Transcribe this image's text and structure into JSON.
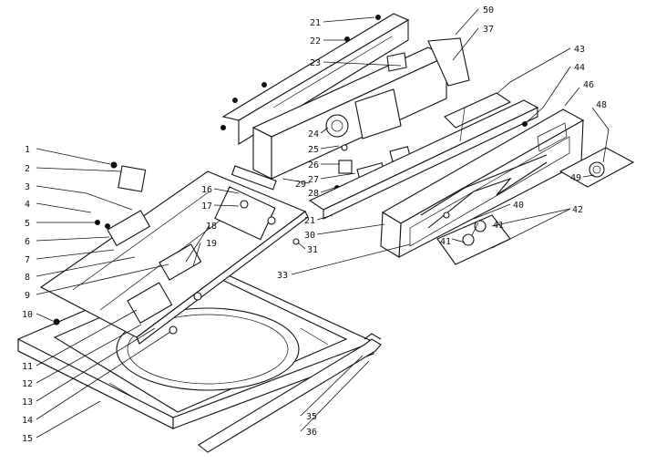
{
  "callouts": {
    "c1": "1",
    "c2": "2",
    "c3": "3",
    "c4": "4",
    "c5": "5",
    "c6": "6",
    "c7": "7",
    "c8": "8",
    "c9": "9",
    "c10": "10",
    "c11": "11",
    "c12": "12",
    "c13": "13",
    "c14": "14",
    "c15": "15",
    "c16": "16",
    "c17": "17",
    "c18": "18",
    "c19": "19",
    "c21a": "21",
    "c21b": "21",
    "c22": "22",
    "c23": "23",
    "c24": "24",
    "c25": "25",
    "c26": "26",
    "c27": "27",
    "c28": "28",
    "c29": "29",
    "c30": "30",
    "c31": "31",
    "c33": "33",
    "c35": "35",
    "c36": "36",
    "c37": "37",
    "c40": "40",
    "c41a": "41",
    "c41b": "41",
    "c42": "42",
    "c43": "43",
    "c44": "44",
    "c46": "46",
    "c48": "48",
    "c49": "49",
    "c50": "50"
  }
}
